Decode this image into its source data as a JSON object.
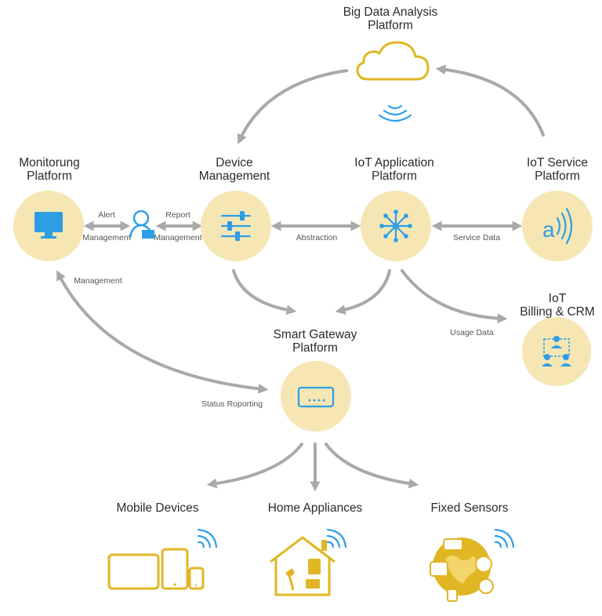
{
  "colors": {
    "node_fill": "#f5e6b3",
    "icon_blue": "#2d9ee6",
    "icon_gold": "#e0b624",
    "arrow_gray": "#a9a9a9",
    "text": "#2b2b2b"
  },
  "nodes": {
    "big_data": {
      "line1": "Big Data Analysis",
      "line2": "Platform",
      "icon": "cloud-icon"
    },
    "monitoring": {
      "line1": "Monitorung",
      "line2": "Platform",
      "icon": "monitor-icon"
    },
    "device_mgmt": {
      "line1": "Device",
      "line2": "Management",
      "icon": "sliders-icon"
    },
    "iot_app": {
      "line1": "IoT Application",
      "line2": "Platform",
      "icon": "network-hub-icon"
    },
    "iot_service": {
      "line1": "IoT Service",
      "line2": "Platform",
      "icon": "signal-icon"
    },
    "billing": {
      "line1": "IoT",
      "line2": "Billing & CRM",
      "icon": "people-network-icon"
    },
    "gateway": {
      "line1": "Smart Gateway",
      "line2": "Platform",
      "icon": "gateway-box-icon"
    },
    "mobile": {
      "label": "Mobile Devices",
      "icon": "mobile-devices-icon"
    },
    "home": {
      "label": "Home Appliances",
      "icon": "house-icon"
    },
    "sensors": {
      "label": "Fixed Sensors",
      "icon": "globe-sensors-icon"
    }
  },
  "edge_labels": {
    "alert": "Alert",
    "alert_mgmt": "Management",
    "report": "Report",
    "report_mgmt": "Management",
    "abstraction": "Abstraction",
    "service_data": "Service Data",
    "management": "Management",
    "usage_data": "Usage Data",
    "status_reporting": "Status Roporting"
  }
}
